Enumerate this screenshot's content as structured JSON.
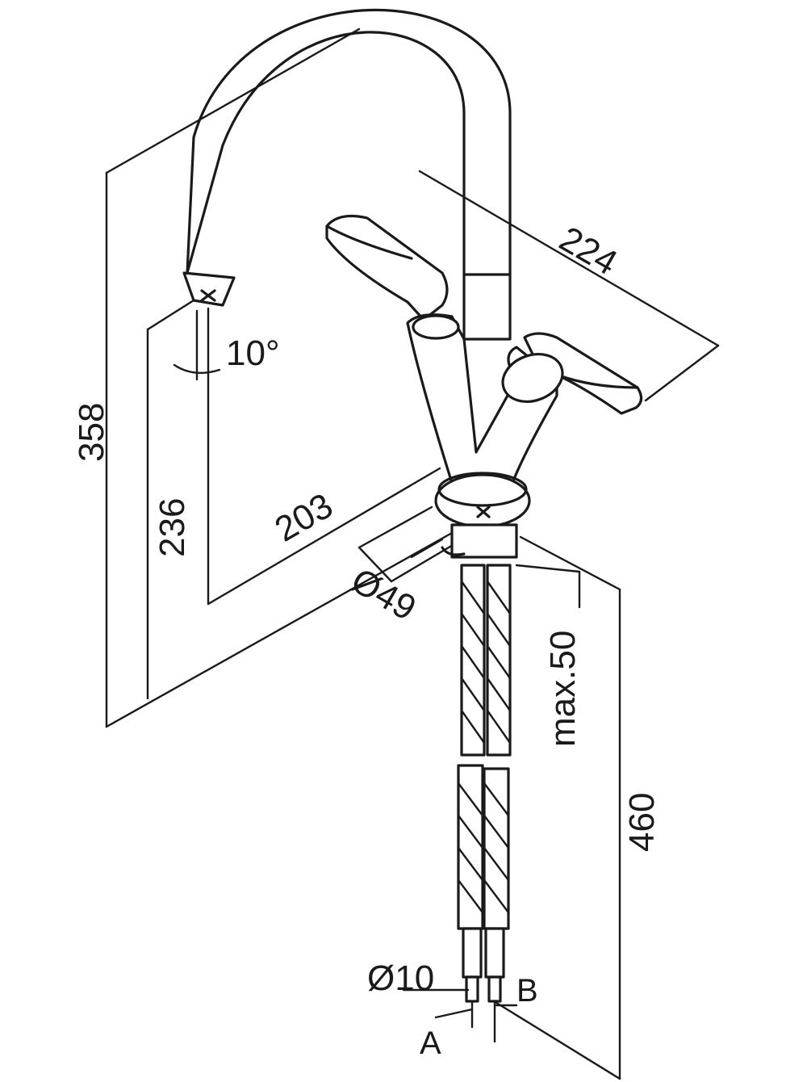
{
  "dimensions": {
    "overall_height": "358",
    "spout_height": "236",
    "spout_reach": "203",
    "lever_span": "224",
    "base_diameter": "Ø49",
    "deck_thickness": "max.50",
    "hose_length": "460",
    "connection_diameter": "Ø10",
    "swivel_angle": "10°"
  },
  "connections": {
    "a": "A",
    "b": "B"
  },
  "colors": {
    "line": "#1a1a1a",
    "background": "#ffffff"
  }
}
